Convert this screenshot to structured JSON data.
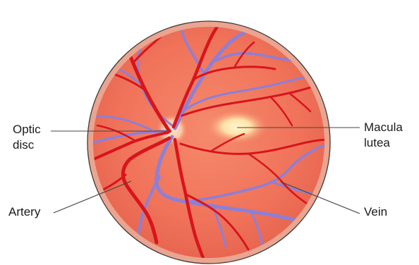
{
  "labels": {
    "optic_disc": [
      "Optic",
      "disc"
    ],
    "macula_lutea": [
      "Macula",
      "lutea"
    ],
    "artery": "Artery",
    "vein": "Vein"
  },
  "colors": {
    "background": "#ffffff",
    "fundus": "#f0735a",
    "rim": "#eaa48f",
    "outline": "#3a3a3a",
    "artery": "#d8141c",
    "vein": "#8d7fd6",
    "macula": "#fff3c4"
  }
}
